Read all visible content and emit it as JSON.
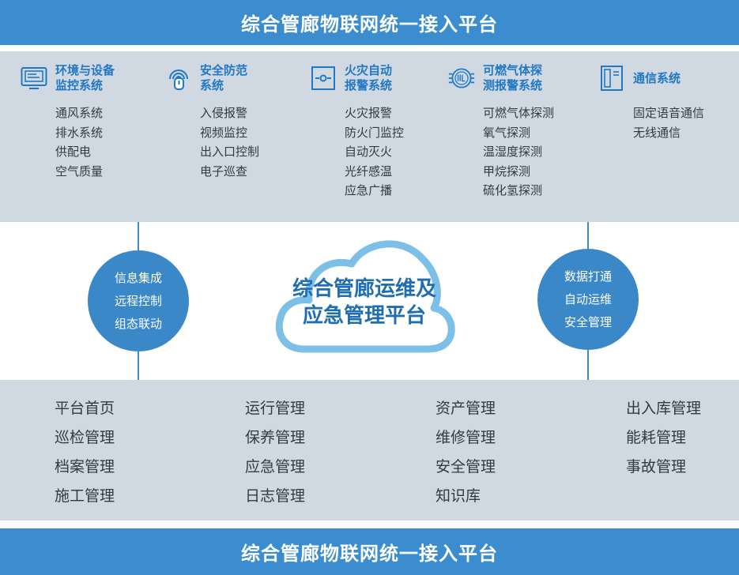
{
  "header": {
    "title": "综合管廊物联网统一接入平台"
  },
  "systems": [
    {
      "icon": "monitor-panel-icon",
      "title_line1": "环境与设备",
      "title_line2": "监控系统",
      "items": [
        "通风系统",
        "排水系统",
        "供配电",
        "空气质量"
      ]
    },
    {
      "icon": "fingerprint-touch-icon",
      "title_line1": "安全防范",
      "title_line2": "系统",
      "items": [
        "入侵报警",
        "视频监控",
        "出入口控制",
        "电子巡查"
      ]
    },
    {
      "icon": "fire-detector-icon",
      "title_line1": "火灾自动",
      "title_line2": "报警系统",
      "items": [
        "火灾报警",
        "防火门监控",
        "自动灭火",
        "光纤感温",
        "应急广播"
      ]
    },
    {
      "icon": "gas-sensor-icon",
      "title_line1": "可燃气体探",
      "title_line2": "测报警系统",
      "items": [
        "可燃气体探测",
        "氧气探测",
        "温湿度探测",
        "甲烷探测",
        "硫化氢探测"
      ]
    },
    {
      "icon": "telephone-panel-icon",
      "title_line1": "通信系统",
      "title_line2": "",
      "items": [
        "固定语音通信",
        "无线通信"
      ]
    }
  ],
  "left_circle": {
    "items": [
      "信息集成",
      "远程控制",
      "组态联动"
    ]
  },
  "right_circle": {
    "items": [
      "数据打通",
      "自动运维",
      "安全管理"
    ]
  },
  "center": {
    "line1": "综合管廊运维及",
    "line2": "应急管理平台"
  },
  "modules": [
    [
      "平台首页",
      "巡检管理",
      "档案管理",
      "施工管理"
    ],
    [
      "运行管理",
      "保养管理",
      "应急管理",
      "日志管理"
    ],
    [
      "资产管理",
      "维修管理",
      "安全管理",
      "知识库"
    ],
    [
      "出入库管理",
      "能耗管理",
      "事故管理"
    ]
  ],
  "footer": {
    "title": "综合管廊物联网统一接入平台"
  },
  "colors": {
    "band": "#3b8dcf",
    "panel": "#d0d8e2",
    "accent": "#2178c4",
    "circle": "#3b88c9"
  }
}
